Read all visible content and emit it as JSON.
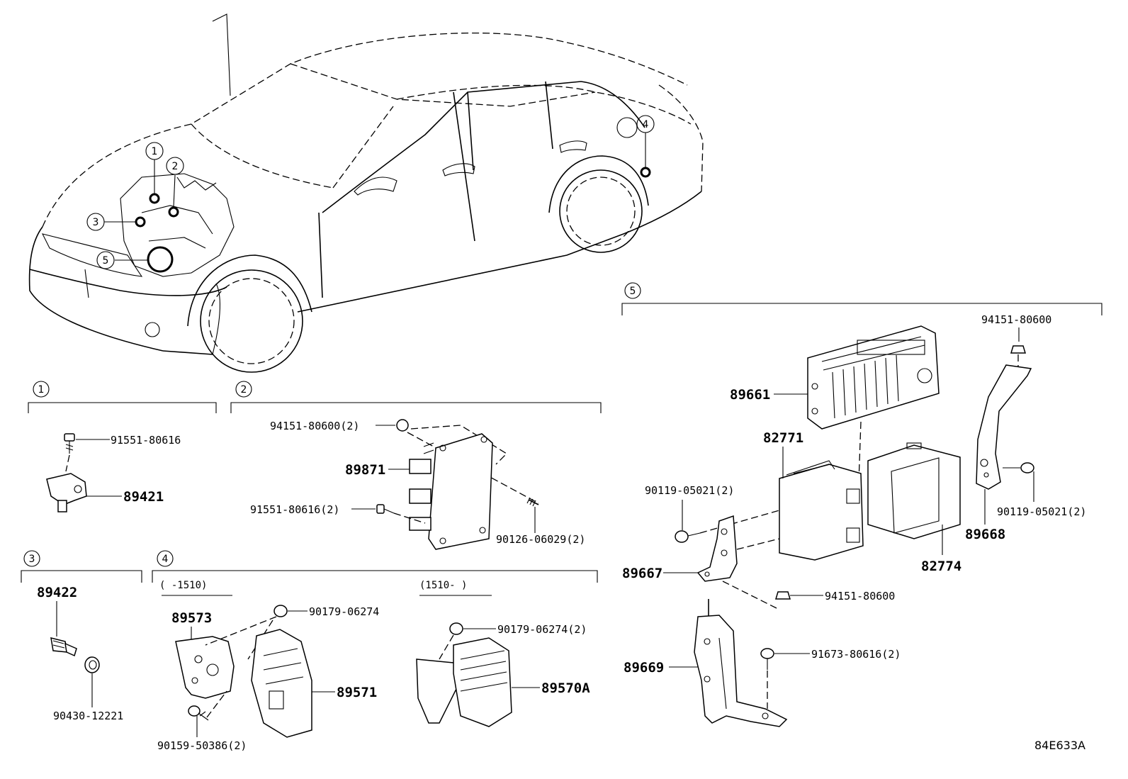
{
  "diagram_ref": "84E633A",
  "callouts": [
    "1",
    "2",
    "3",
    "4",
    "5"
  ],
  "sections": [
    {
      "id": "1",
      "label": "1"
    },
    {
      "id": "2",
      "label": "2"
    },
    {
      "id": "3",
      "label": "3"
    },
    {
      "id": "4",
      "label": "4"
    },
    {
      "id": "5",
      "label": "5"
    }
  ],
  "ranges": {
    "before": "(    -1510)",
    "after": "(1510-     )"
  },
  "parts": {
    "s1_bolt": "91551-80616",
    "s1_sensor": "89421",
    "s2_nut": "94151-80600(2)",
    "s2_ecu": "89871",
    "s2_bolt": "91551-80616(2)",
    "s2_stud": "90126-06029(2)",
    "s3_sensor": "89422",
    "s3_gasket": "90430-12221",
    "s4_bracket": "89573",
    "s4_nut1": "90179-06274",
    "s4_module1": "89571",
    "s4_bolt": "90159-50386(2)",
    "s4_nut2": "90179-06274(2)",
    "s4_module2": "89570A",
    "s5_nut_top": "94151-80600",
    "s5_ecm": "89661",
    "s5_case": "82771",
    "s5_bolt_l": "90119-05021(2)",
    "s5_bolt_r": "90119-05021(2)",
    "s5_cover": "82774",
    "s5_bracket_r": "89668",
    "s5_bracket_l": "89667",
    "s5_nut_mid": "94151-80600",
    "s5_bolt_low": "91673-80616(2)",
    "s5_bracket_low": "89669"
  }
}
